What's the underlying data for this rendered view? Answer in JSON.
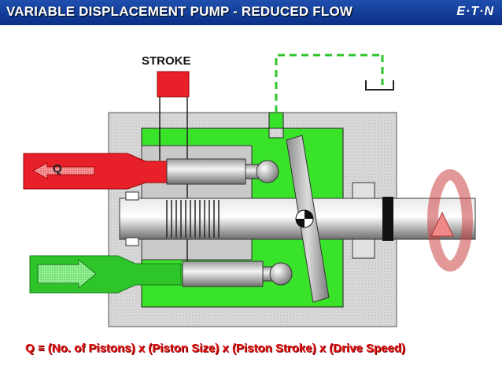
{
  "slide": {
    "title": "VARIABLE DISPLACEMENT PUMP - REDUCED FLOW",
    "logo": "E·T·N",
    "stroke_label": "STROKE",
    "flow_label": "Q",
    "formula": "Q ≡ (No. of Pistons) x (Piston Size) x (Piston Stroke) x (Drive Speed)"
  },
  "colors": {
    "title_bar": "#0a2f86",
    "pressure_red": "#e8202a",
    "housing_green": "#39e32a",
    "inlet_green": "#2ec52a",
    "housing_gray": "#cfcfcf",
    "formula_red": "#e11414"
  },
  "icons": [
    "arrow-left-icon",
    "arrow-right-icon",
    "rotation-arrow-icon",
    "pivot-icon"
  ]
}
